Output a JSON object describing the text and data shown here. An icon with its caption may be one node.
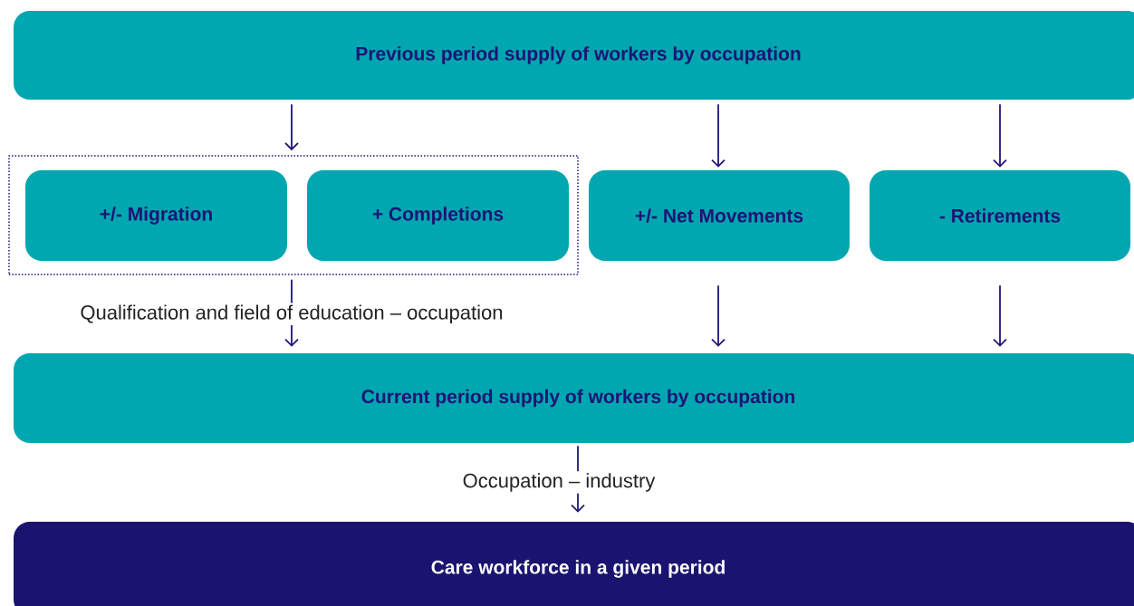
{
  "diagram": {
    "nodes": [
      {
        "text": [
          "Previous period supply of workers by occupation"
        ]
      },
      {
        "text": [],
        "shape": "box"
      },
      {
        "text": [
          "+/- Migration"
        ],
        "in": 1
      },
      {
        "text": [
          "+ Completions"
        ],
        "in": 1
      },
      {
        "text": [
          "+/- Net Movements"
        ]
      },
      {
        "text": [
          "- Retirements"
        ]
      },
      {
        "text": [
          "Current period supply of workers by occupation"
        ]
      },
      {
        "text": [
          "Care workforce in a given period"
        ]
      }
    ],
    "edges": [
      {
        "from": 0,
        "to": 1,
        "arrow": "to"
      },
      {
        "from": 0,
        "to": 4,
        "arrow": "to"
      },
      {
        "from": 0,
        "to": 5,
        "arrow": "to"
      },
      {
        "from": 1,
        "to": 6,
        "arrow": "to",
        "label": "Qualification and field of education – occupation"
      },
      {
        "from": 4,
        "to": 6,
        "arrow": "to"
      },
      {
        "from": 5,
        "to": 6,
        "arrow": "to"
      },
      {
        "from": 6,
        "to": 7,
        "arrow": "to",
        "label": "Occupation – industry"
      }
    ]
  }
}
